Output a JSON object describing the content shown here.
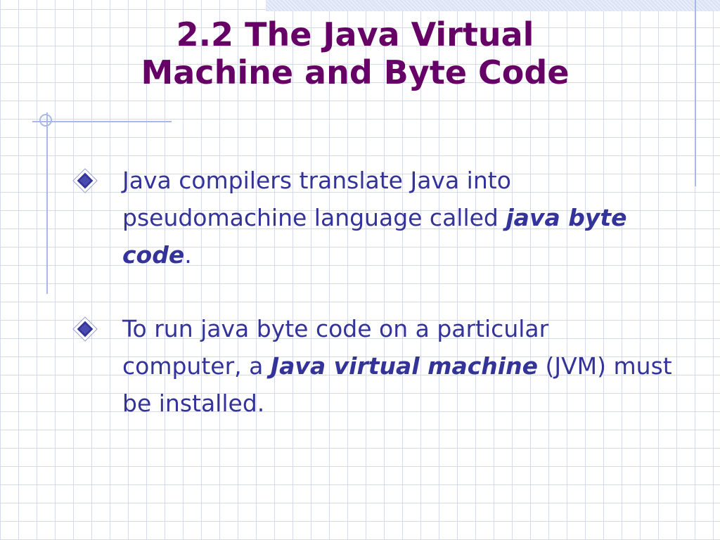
{
  "slide": {
    "title": {
      "line1": "2.2  The Java Virtual",
      "line2": "Machine and Byte Code"
    },
    "bullets": [
      {
        "icon": "diamond-bullet-icon",
        "text_before": "Java compilers translate Java into pseudomachine language called ",
        "emphasis": "java byte code",
        "text_after": "."
      },
      {
        "icon": "diamond-bullet-icon",
        "text_before": "To run java byte code on a particular computer, a ",
        "emphasis": "Java virtual machine",
        "text_after": " (JVM) must be installed."
      }
    ]
  },
  "colors": {
    "title": "#660066",
    "body_text": "#333399",
    "grid": "#cdd2ee",
    "accent_lines": "#a9b8e6",
    "bullet_fill": "#333399"
  }
}
